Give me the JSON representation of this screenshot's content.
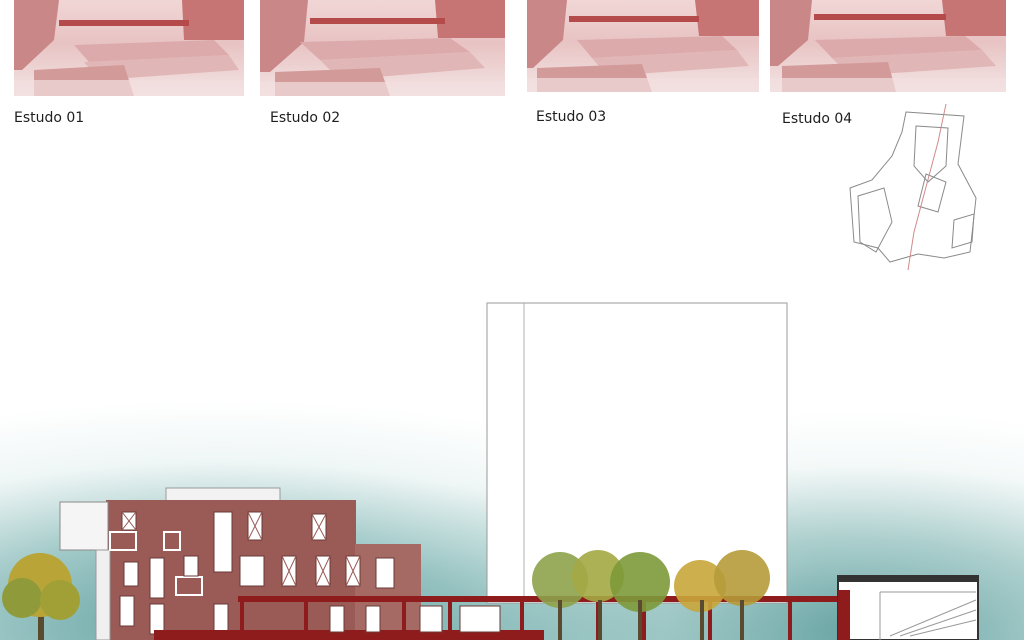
{
  "studies": [
    {
      "label": "Estudo 01"
    },
    {
      "label": "Estudo 02"
    },
    {
      "label": "Estudo 03"
    },
    {
      "label": "Estudo 04"
    }
  ],
  "colors": {
    "study_tint": "#e8c3c3",
    "brick": "#9a5a55",
    "frame_red": "#8e1c1c",
    "fog_teal": "#4f9a98",
    "tree_green": "#7d9a3a",
    "tree_yellow": "#c9a63a"
  },
  "icons": {
    "site_plan": "site-plan-outline",
    "trees": "tree-icon"
  }
}
